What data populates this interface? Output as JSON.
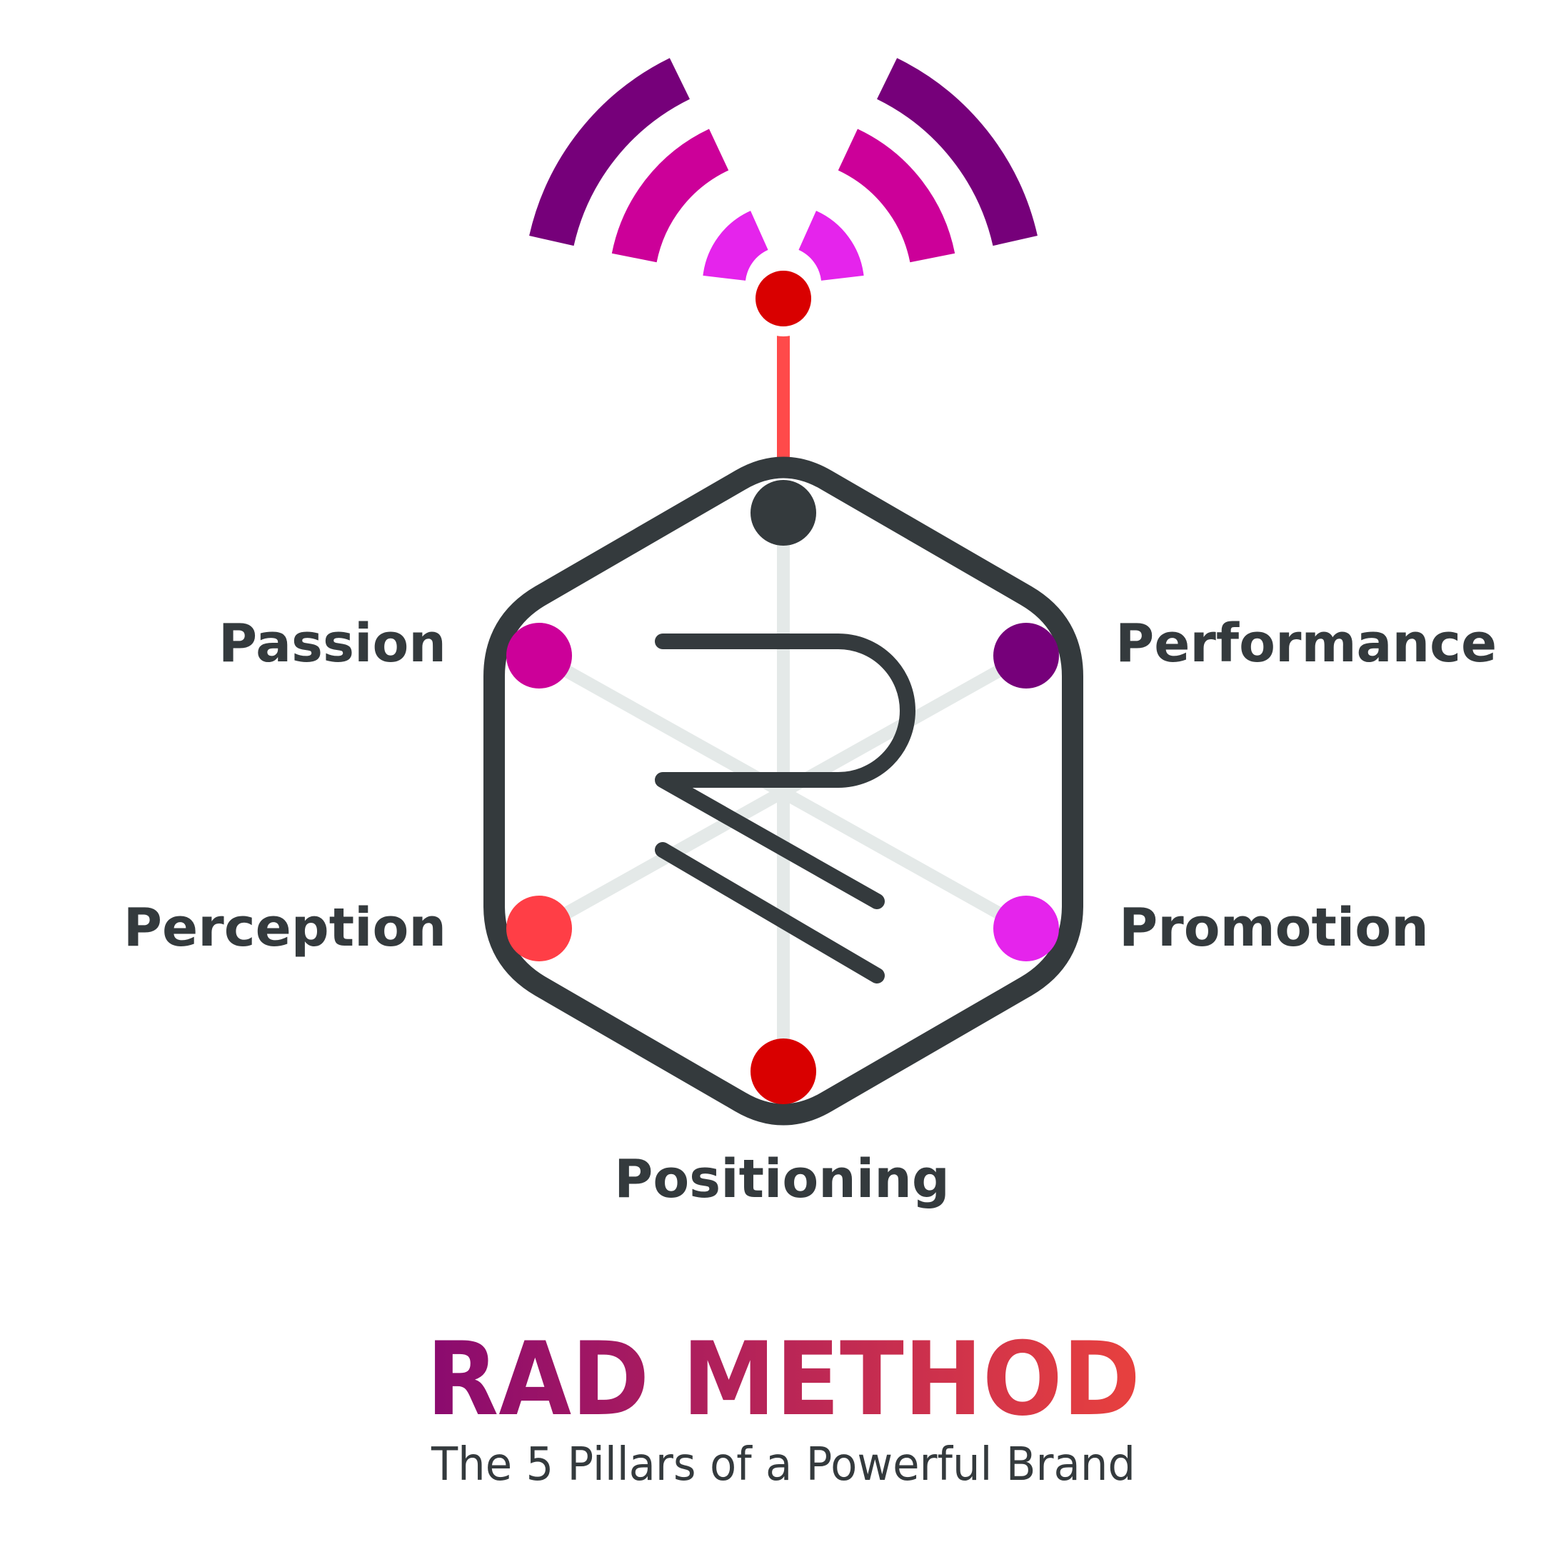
{
  "diagram": {
    "pillars": [
      {
        "key": "passion",
        "label": "Passion",
        "color": "#cc0099"
      },
      {
        "key": "performance",
        "label": "Performance",
        "color": "#76007a"
      },
      {
        "key": "perception",
        "label": "Perception",
        "color": "#ff3e46"
      },
      {
        "key": "promotion",
        "label": "Promotion",
        "color": "#e524ec"
      },
      {
        "key": "positioning",
        "label": "Positioning",
        "color": "#d90000"
      }
    ],
    "top_node_color": "#d90000",
    "center_node_color": "#343a3d",
    "outline_color": "#343a3d",
    "antenna_color": "#ff4a4a",
    "spoke_color": "#e4e9e8",
    "signal_colors": [
      "#e524ec",
      "#cc0099",
      "#76007a"
    ],
    "icon": "wifi-signal-icon",
    "logo_icon": "r-monogram-icon"
  },
  "brand": {
    "title": "RAD METHOD",
    "subtitle": "The 5 Pillars of a Powerful Brand",
    "title_gradient": [
      "#8a0a6f",
      "#e8413e"
    ]
  }
}
